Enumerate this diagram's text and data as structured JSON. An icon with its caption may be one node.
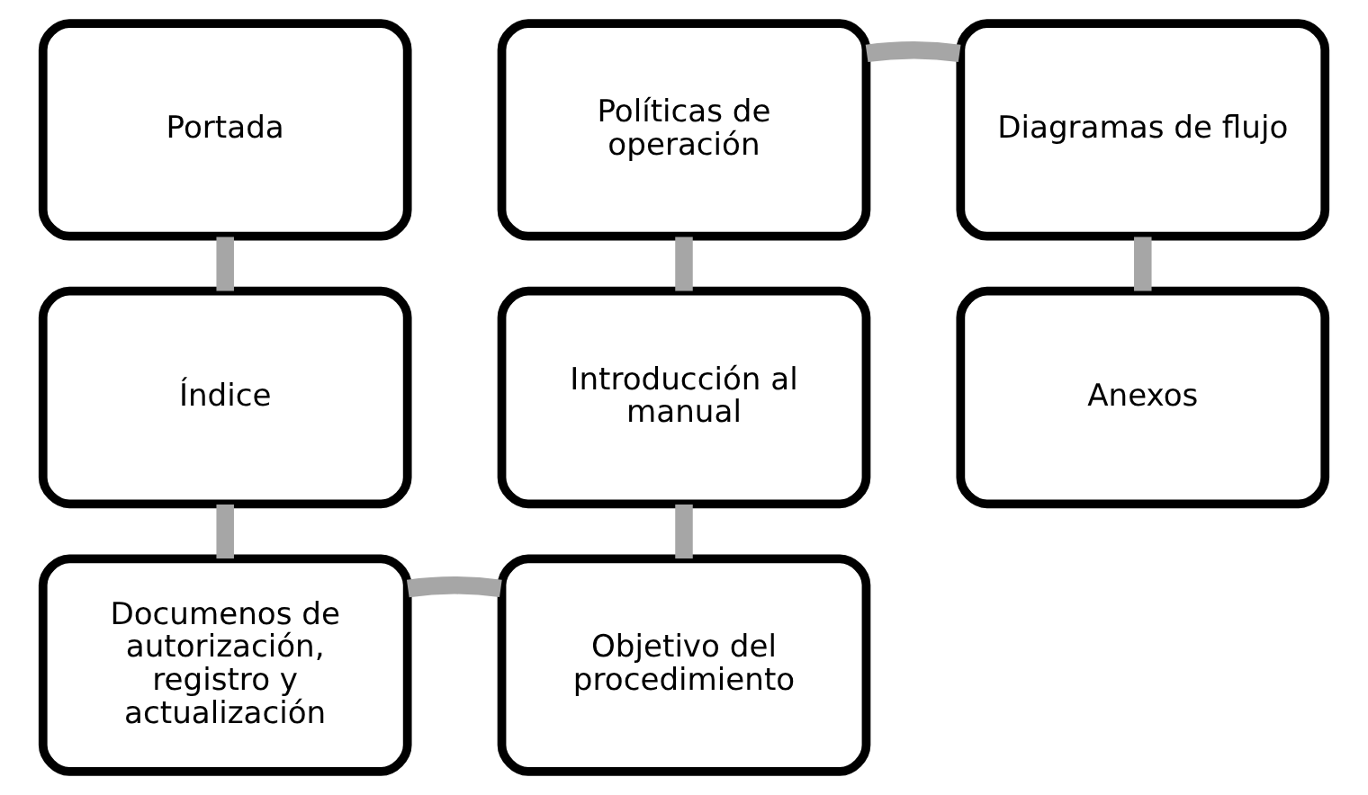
{
  "diagram": {
    "nodes": [
      {
        "text": [
          "Portada"
        ]
      },
      {
        "text": [
          "Índice"
        ]
      },
      {
        "text": [
          "Documenos de autorización, registro y actualización"
        ]
      },
      {
        "text": [
          "Objetivo del procedimiento"
        ]
      },
      {
        "text": [
          "Introducción al manual"
        ]
      },
      {
        "text": [
          "Políticas de operación"
        ]
      },
      {
        "text": [
          "Diagramas de flujo"
        ]
      },
      {
        "text": [
          "Anexos"
        ]
      }
    ],
    "edges": [
      {
        "from": 0,
        "to": 1,
        "arrow": "none"
      },
      {
        "from": 1,
        "to": 2,
        "arrow": "none"
      },
      {
        "from": 2,
        "to": 3,
        "arrow": "none"
      },
      {
        "from": 3,
        "to": 4,
        "arrow": "none"
      },
      {
        "from": 4,
        "to": 5,
        "arrow": "none"
      },
      {
        "from": 5,
        "to": 6,
        "arrow": "none"
      },
      {
        "from": 6,
        "to": 7,
        "arrow": "none"
      }
    ]
  }
}
